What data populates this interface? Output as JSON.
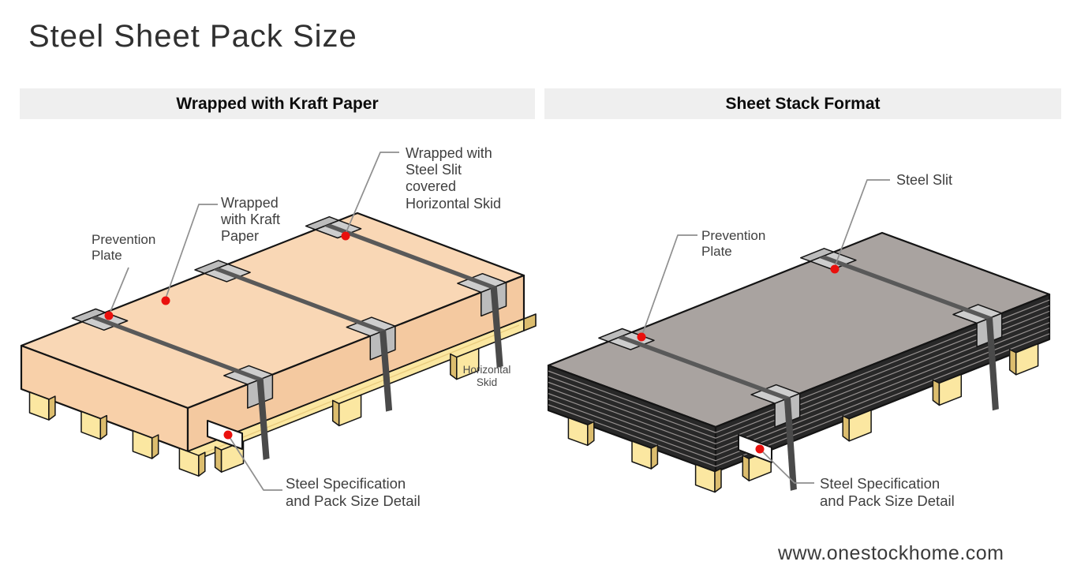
{
  "title": "Steel Sheet Pack Size",
  "panels": {
    "left": {
      "header": "Wrapped with Kraft Paper",
      "labels": {
        "prevention": [
          "Prevention",
          "Plate"
        ],
        "kraft": [
          "Wrapped",
          "with Kraft",
          "Paper"
        ],
        "slit_skid": [
          "Wrapped with",
          "Steel Slit",
          "covered",
          "Horizontal Skid"
        ],
        "horizontal_skid": [
          "Horizontal",
          "Skid"
        ],
        "spec": [
          "Steel Specification",
          "and Pack Size Detail"
        ]
      }
    },
    "right": {
      "header": "Sheet Stack Format",
      "labels": {
        "prevention": [
          "Prevention",
          "Plate"
        ],
        "steel_slit": [
          "Steel Slit"
        ],
        "spec": [
          "Steel Specification",
          "and Pack Size Detail"
        ]
      }
    }
  },
  "footer": {
    "website": "www.onestockhome.com"
  },
  "colors": {
    "header_bg": "#efefef",
    "accent_red": "#ea100d",
    "kraft_top": "#f9d7b5",
    "kraft_left": "#f8d0a9",
    "kraft_right": "#f4c9a0",
    "wood_front": "#fbe7a1",
    "wood_side": "#dcbd6e",
    "wood_grain": "#e8cb7e",
    "strap_top": "#595959",
    "strap_face": "#4a4a4a",
    "plate": "#cdcdcd",
    "plate_flap": "#bcbcbc",
    "stack_top": "#a9a3a0",
    "stack_side": "#282828",
    "stack_layer_line": "#969190",
    "leader": "#8f8f8f",
    "outline": "#141414",
    "label_tag": "#ffffff"
  }
}
